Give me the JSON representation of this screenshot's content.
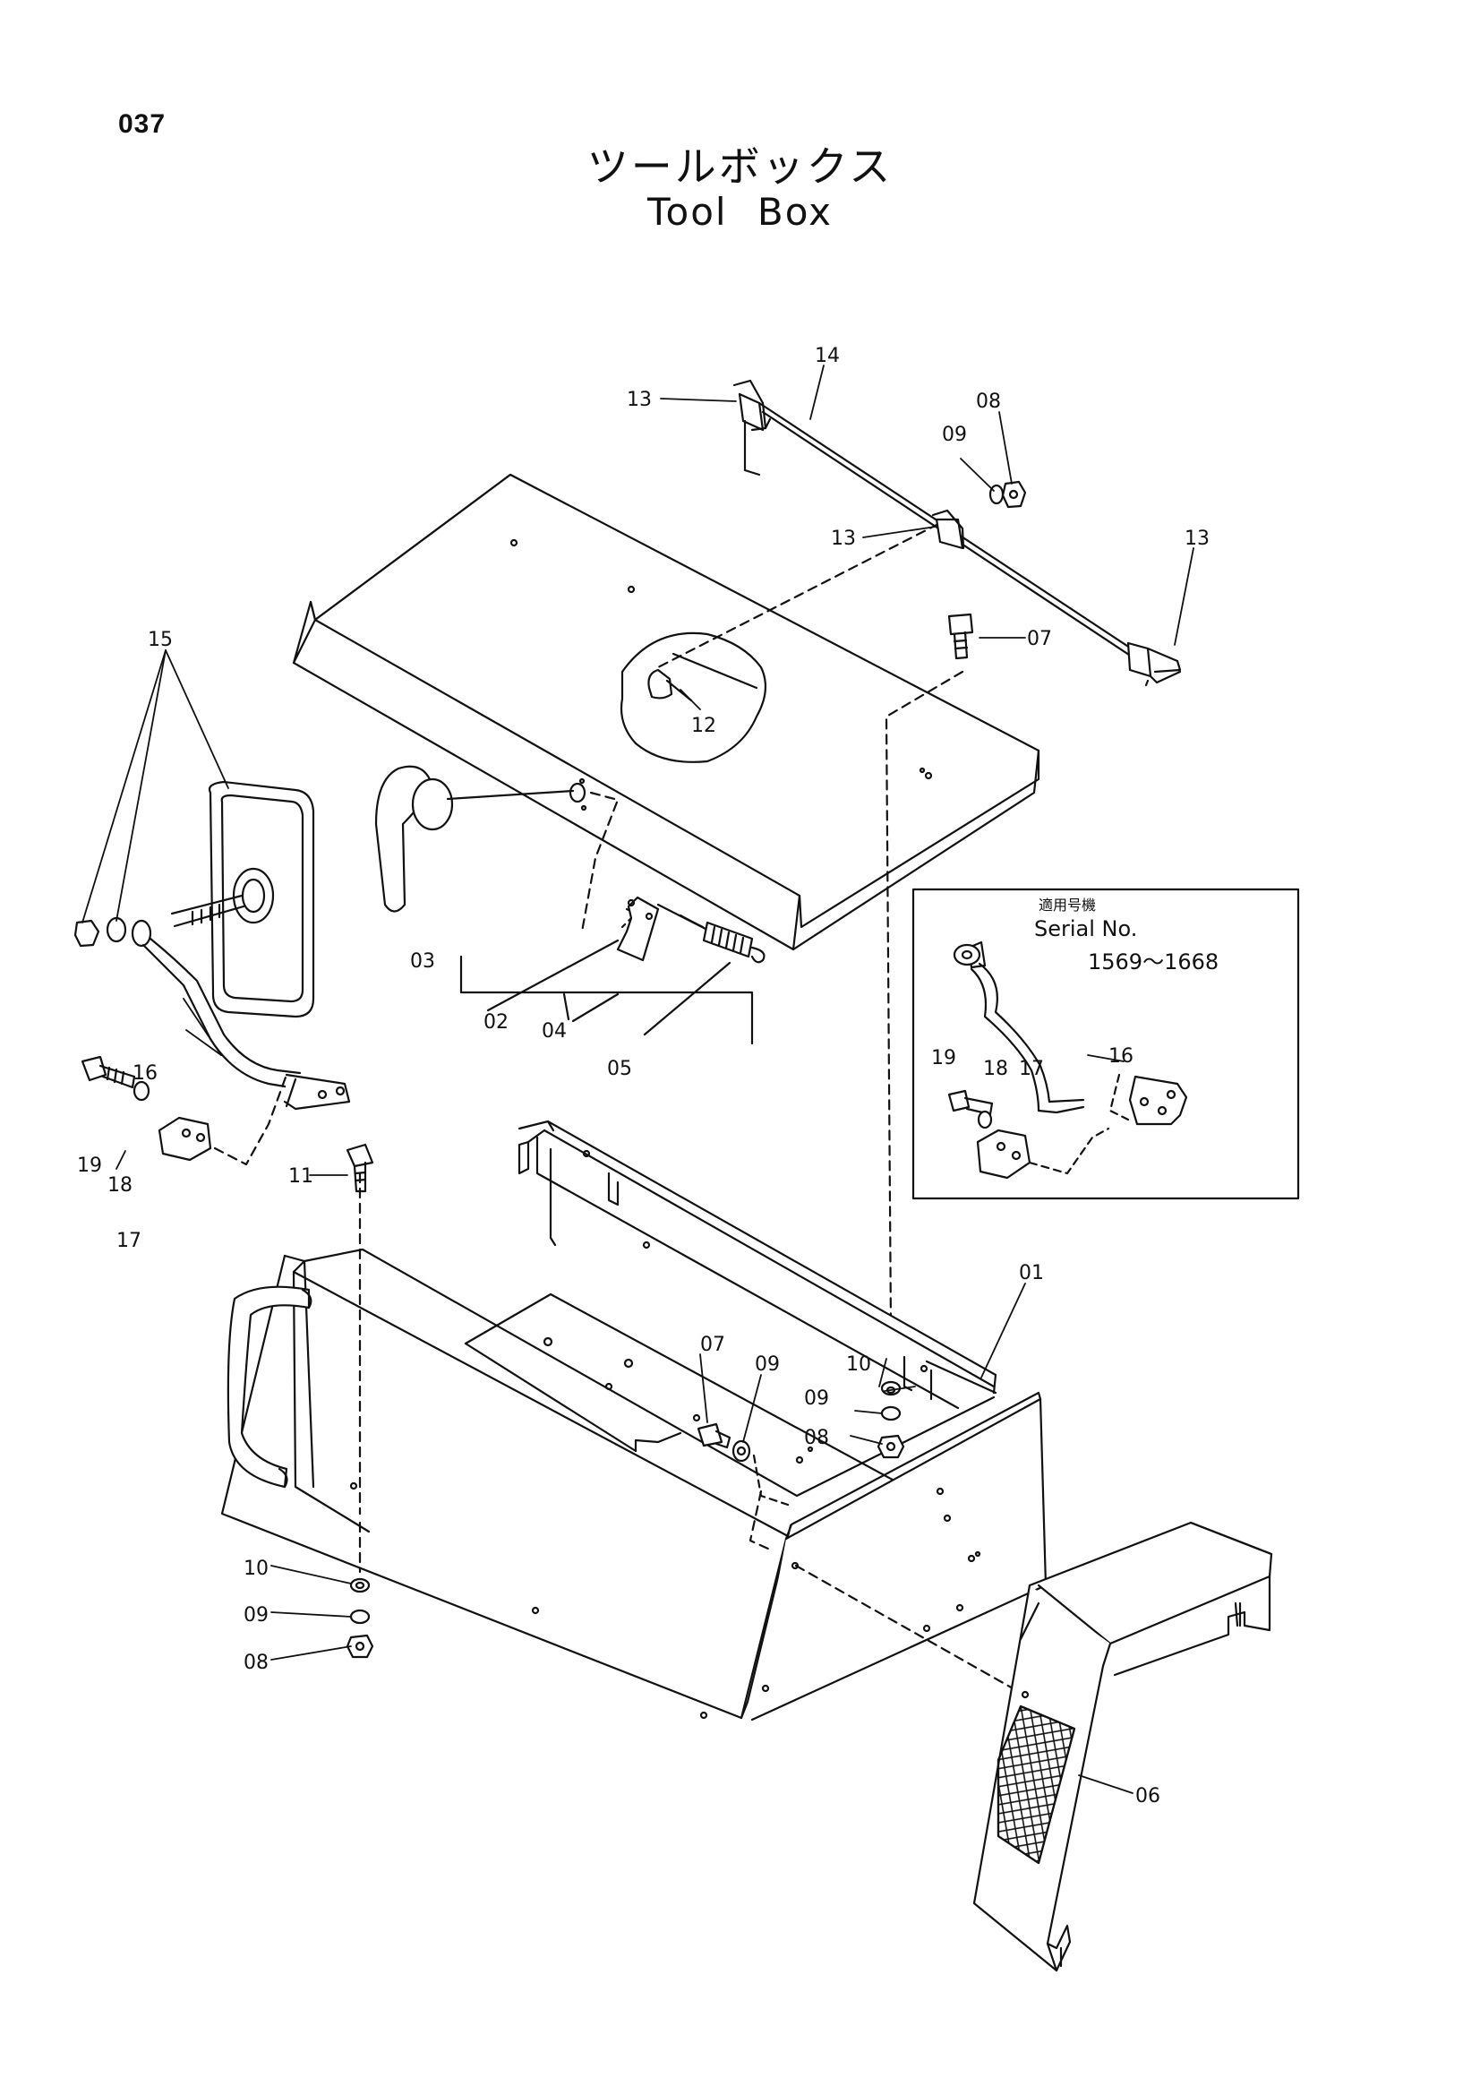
{
  "page_number": "037",
  "title_jp": "ツールボックス",
  "title_en": "Tool  Box",
  "inset": {
    "applicable_jp": "適用号機",
    "serial_label": "Serial No.",
    "serial_range": "1569～1668"
  },
  "callouts": {
    "c01": "01",
    "c02": "02",
    "c03": "03",
    "c04": "04",
    "c05": "05",
    "c06": "06",
    "c07a": "07",
    "c07b": "07",
    "c08a": "08",
    "c08b": "08",
    "c08c": "08",
    "c09a": "09",
    "c09b": "09",
    "c09c": "09",
    "c09d": "09",
    "c10a": "10",
    "c10b": "10",
    "c11": "11",
    "c12": "12",
    "c13a": "13",
    "c13b": "13",
    "c13c": "13",
    "c14": "14",
    "c15": "15",
    "c16a": "16",
    "c16b": "16",
    "c17a": "17",
    "c17b": "17",
    "c18a": "18",
    "c18b": "18",
    "c19a": "19",
    "c19b": "19"
  }
}
